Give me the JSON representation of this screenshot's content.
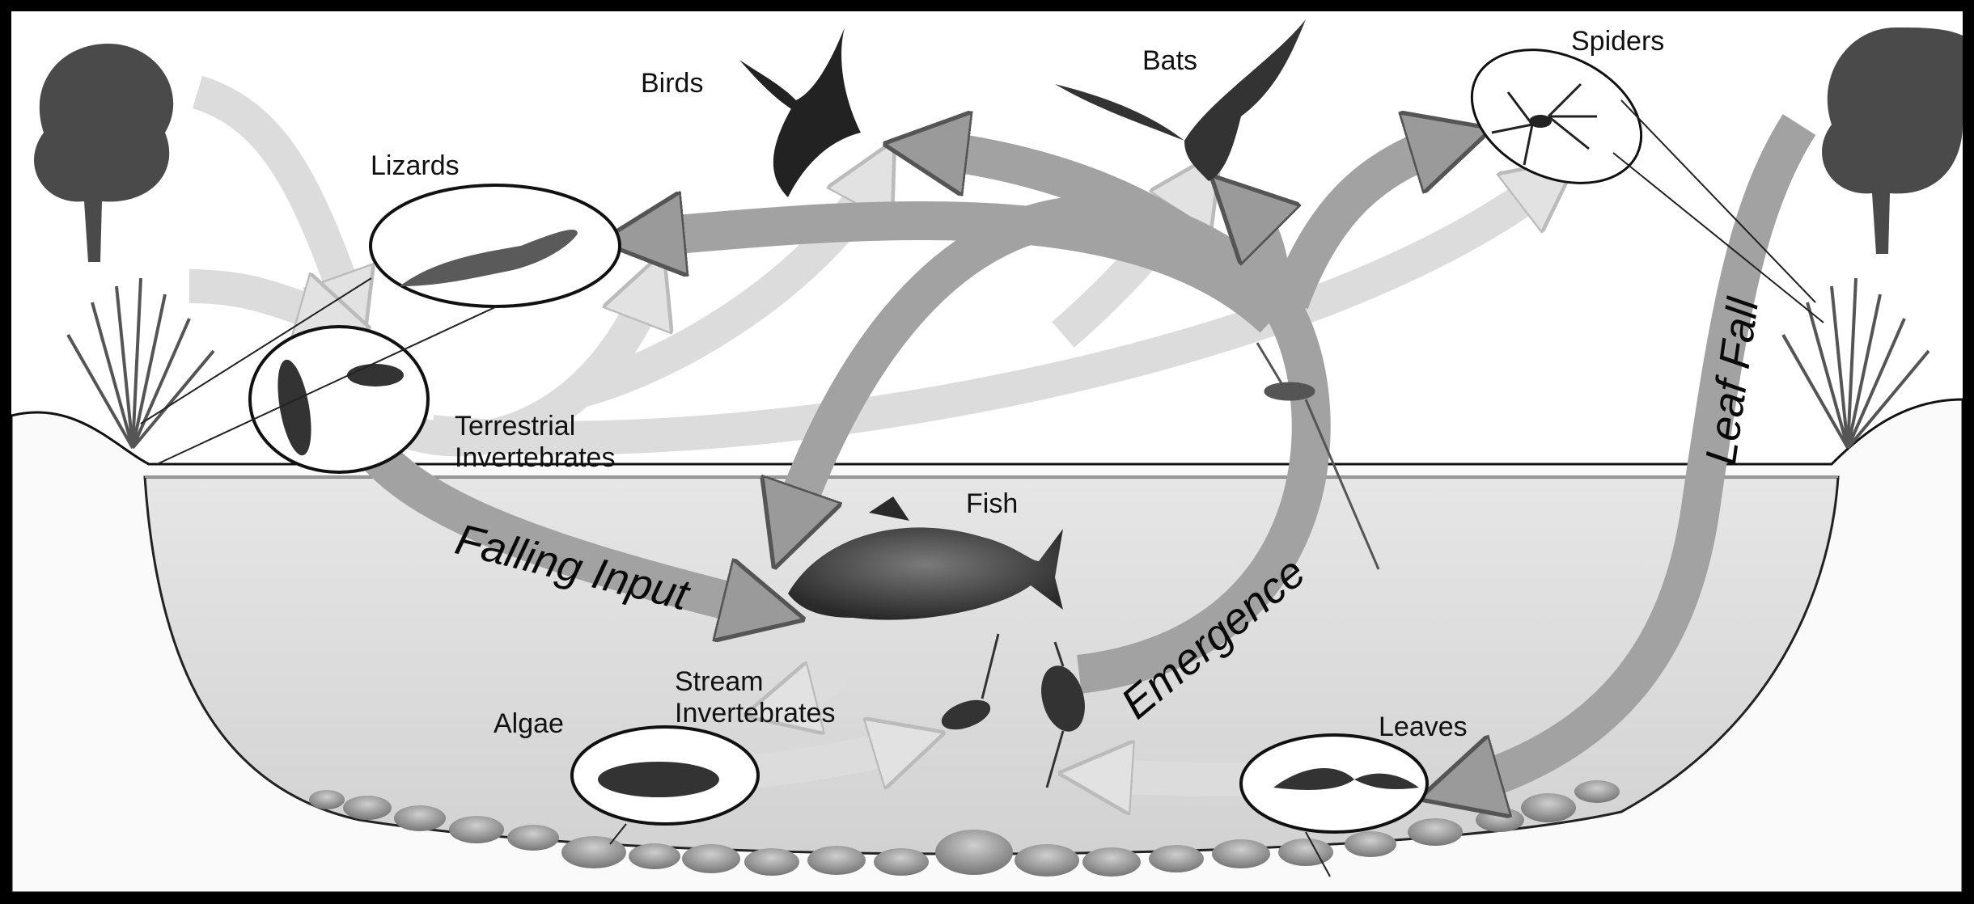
{
  "labels": {
    "birds": "Birds",
    "bats": "Bats",
    "spiders": "Spiders",
    "lizards": "Lizards",
    "terrestrial_invertebrates": "Terrestrial\nInvertebrates",
    "fish": "Fish",
    "stream_invertebrates": "Stream\nInvertebrates",
    "algae": "Algae",
    "leaves": "Leaves"
  },
  "flows": {
    "falling_input": "Falling Input",
    "emergence": "Emergence",
    "leaf_fall": "Leaf Fall"
  },
  "colors": {
    "background": "#000000",
    "panel": "#ffffff",
    "water": "#d9d9d9",
    "ground": "#ffffff",
    "arrow_dark": "#9a9a9a",
    "arrow_light": "#dedede",
    "text": "#111111"
  }
}
